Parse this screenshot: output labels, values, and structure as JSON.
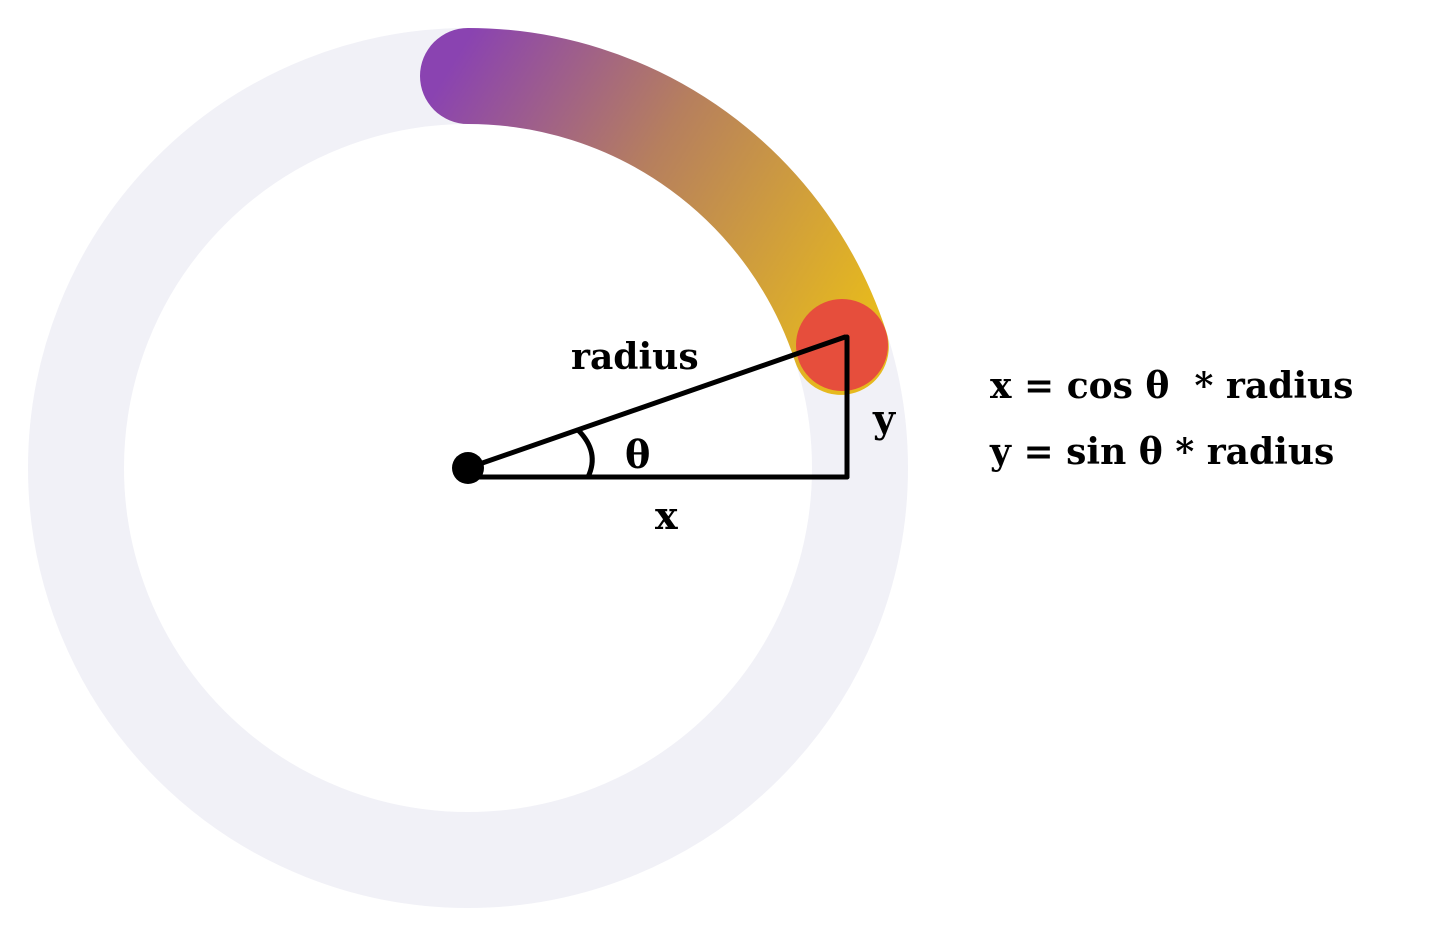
{
  "labels": {
    "radius": "radius",
    "theta": "θ",
    "x": "x",
    "y": "y"
  },
  "formulas": {
    "x": "x = cos θ  * radius",
    "y": "y = sin θ * radius"
  },
  "progress": {
    "fraction": 0.2,
    "track_color": "#F1F1F7",
    "gradient_start": "#8A43B1",
    "gradient_mid": "#B67F5E",
    "gradient_end": "#E6B91E",
    "knob_color": "#E64E3C"
  },
  "icons": {
    "knob": "circle-handle-icon",
    "center": "center-dot-icon"
  }
}
